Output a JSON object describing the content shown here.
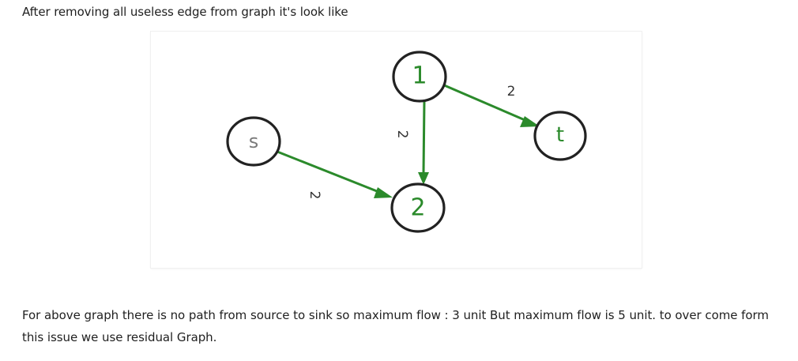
{
  "intro_text": "After removing all useless edge from graph it's look like",
  "graph": {
    "nodes": [
      {
        "id": "s",
        "label": "s",
        "color": "#7a7a7a"
      },
      {
        "id": "1",
        "label": "1",
        "color": "#2b8a2b"
      },
      {
        "id": "2",
        "label": "2",
        "color": "#2b8a2b"
      },
      {
        "id": "t",
        "label": "t",
        "color": "#2b8a2b"
      }
    ],
    "edges": [
      {
        "from": "1",
        "to": "t",
        "capacity": "2"
      },
      {
        "from": "1",
        "to": "2",
        "capacity": "2"
      },
      {
        "from": "s",
        "to": "2",
        "capacity": "2"
      }
    ],
    "edge_color": "#2b8a2b"
  },
  "outro_text": "For above graph there is no path from source to sink so maximum flow : 3 unit But maximum flow is 5 unit. to over come form this issue we use residual Graph."
}
